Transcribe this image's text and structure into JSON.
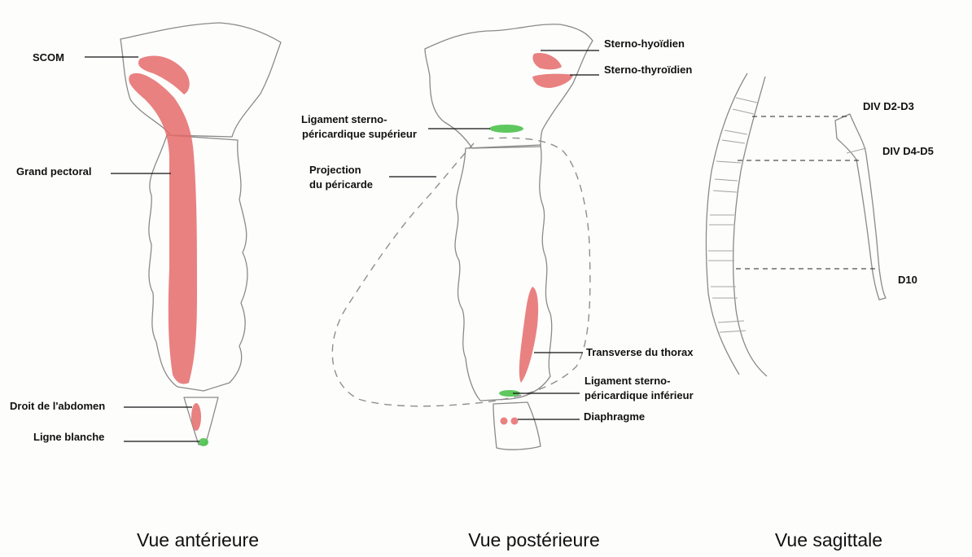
{
  "colors": {
    "muscle": "#e56b6b",
    "ligament": "#4cc24c",
    "pencil": "#8a8a8a",
    "background": "#fdfdfc"
  },
  "views": {
    "anterior": {
      "caption": "Vue antérieure",
      "labels": {
        "scom": "SCOM",
        "grand_pectoral": "Grand pectoral",
        "droit_abdomen": "Droit de l'abdomen",
        "ligne_blanche": "Ligne blanche"
      }
    },
    "posterior": {
      "caption": "Vue postérieure",
      "labels": {
        "sterno_hyoidien": "Sterno-hyoïdien",
        "sterno_thyroidien": "Sterno-thyroïdien",
        "lig_sup_line1": "Ligament sterno-",
        "lig_sup_line2": "péricardique supérieur",
        "projection_line1": "Projection",
        "projection_line2": "du péricarde",
        "transverse": "Transverse du thorax",
        "lig_inf_line1": "Ligament sterno-",
        "lig_inf_line2": "péricardique inférieur",
        "diaphragme": "Diaphragme"
      }
    },
    "sagittal": {
      "caption": "Vue sagittale",
      "labels": {
        "div_d2_d3": "DIV D2-D3",
        "div_d4_d5": "DIV D4-D5",
        "d10": "D10"
      }
    }
  }
}
